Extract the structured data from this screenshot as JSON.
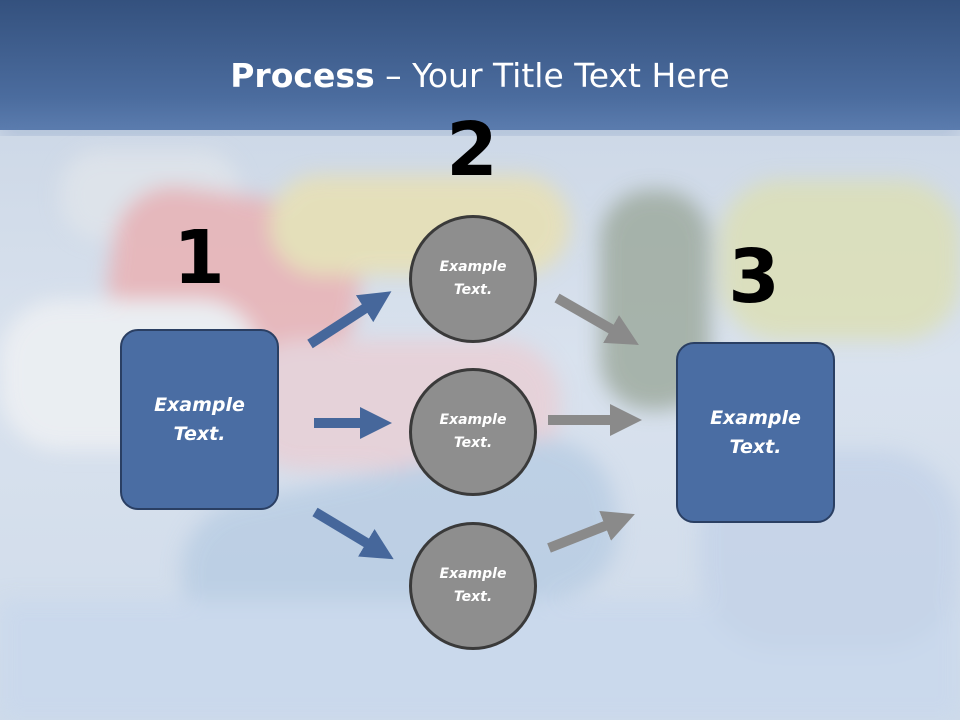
{
  "title": {
    "strong": "Process",
    "rest": " – Your Title Text Here"
  },
  "steps": [
    {
      "number": "1",
      "text": "Example Text."
    },
    {
      "number": "2",
      "items": [
        "Example Text.",
        "Example Text.",
        "Example Text."
      ]
    },
    {
      "number": "3",
      "text": "Example Text."
    }
  ],
  "colors": {
    "title_bar": "#3f5f8f",
    "box_fill": "#4a6da3",
    "circle_fill": "#8e8e8e",
    "arrow_blue": "#46679b",
    "arrow_gray": "#8a8a8a"
  },
  "background": "thread-spools-photo"
}
